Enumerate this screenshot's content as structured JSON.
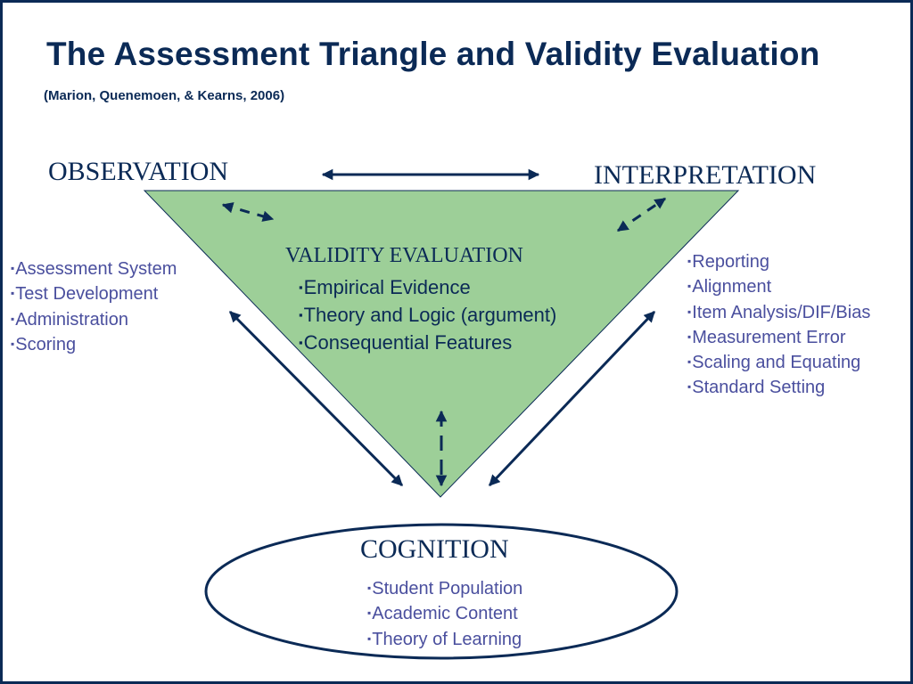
{
  "title": "The Assessment Triangle and Validity Evaluation",
  "subtitle": "(Marion, Quenemoen, & Kearns, 2006)",
  "bullet_glyph": "▪",
  "colors": {
    "navy": "#0b2a56",
    "triangle_fill": "#9dcf98",
    "list_text": "#4a4f9e"
  },
  "nodes": {
    "observation": {
      "label": "OBSERVATION",
      "items": [
        "Assessment System",
        "Test Development",
        "Administration",
        "Scoring"
      ]
    },
    "interpretation": {
      "label": "INTERPRETATION",
      "items": [
        "Reporting",
        "Alignment",
        "Item Analysis/DIF/Bias",
        "Measurement Error",
        "Scaling and Equating",
        "Standard Setting"
      ]
    },
    "cognition": {
      "label": "COGNITION",
      "items": [
        "Student Population",
        "Academic Content",
        "Theory of Learning"
      ]
    }
  },
  "validity": {
    "heading": "VALIDITY EVALUATION",
    "items": [
      "Empirical Evidence",
      "Theory and Logic (argument)",
      "Consequential Features"
    ]
  }
}
